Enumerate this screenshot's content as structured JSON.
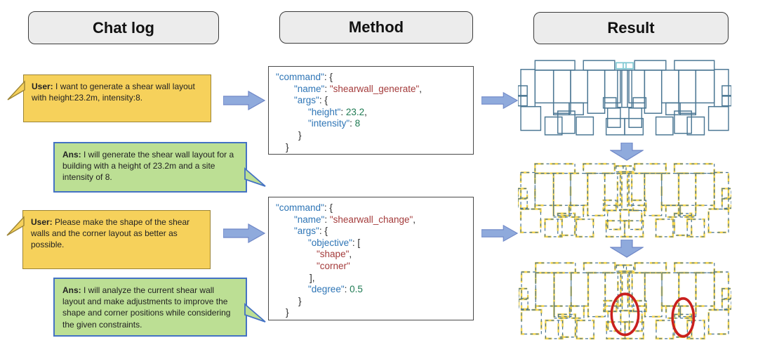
{
  "colors": {
    "header_fill": "#ececec",
    "header_border": "#3a3a3a",
    "bubble_user_fill": "#F6D15B",
    "bubble_user_border": "#9c8435",
    "bubble_ans_fill": "#BCDF94",
    "bubble_ans_border": "#4472C4",
    "arrow_fill": "#8FAADC",
    "arrow_border": "#6F87C7",
    "code_key": "#2E75B6",
    "code_str": "#A43B3B",
    "code_num": "#1E7A52",
    "plan_blue": "#4a7693",
    "plan_cyan": "#7ec8d2",
    "plan_yellow": "#F2D44F",
    "ellipse_red": "#C9201D"
  },
  "headers": {
    "chat": "Chat log",
    "method": "Method",
    "result": "Result"
  },
  "chat": {
    "messages": [
      {
        "speaker": "User:",
        "text": " I want to generate a shear wall layout with height:23.2m, intensity:8."
      },
      {
        "speaker": "Ans:",
        "text": " I will generate the shear wall layout for a building with a height of 23.2m and a site intensity of 8."
      },
      {
        "speaker": "User:",
        "text": " Please make the shape of the shear walls and the corner layout as better as possible."
      },
      {
        "speaker": "Ans:",
        "text": " I will analyze the current shear wall layout and make adjustments to improve the shape and corner positions while considering the given constraints."
      }
    ]
  },
  "method": {
    "blocks": [
      {
        "name": "shearwall_generate-command",
        "lines": [
          {
            "ind": 0,
            "tokens": [
              [
                "\"command\"",
                "key"
              ],
              [
                ": {",
                "pln"
              ]
            ]
          },
          {
            "ind": 26,
            "tokens": [
              [
                "\"name\"",
                "key"
              ],
              [
                ": ",
                "pln"
              ],
              [
                "\"shearwall_generate\"",
                "str"
              ],
              [
                ",",
                "pln"
              ]
            ]
          },
          {
            "ind": 26,
            "tokens": [
              [
                "\"args\"",
                "key"
              ],
              [
                ": {",
                "pln"
              ]
            ]
          },
          {
            "ind": 46,
            "tokens": [
              [
                "\"height\"",
                "key"
              ],
              [
                ": ",
                "pln"
              ],
              [
                "23.2",
                "num"
              ],
              [
                ",",
                "pln"
              ]
            ]
          },
          {
            "ind": 46,
            "tokens": [
              [
                "\"intensity\"",
                "key"
              ],
              [
                ": ",
                "pln"
              ],
              [
                "8",
                "num"
              ]
            ]
          },
          {
            "ind": 32,
            "tokens": [
              [
                "}",
                "pln"
              ]
            ]
          },
          {
            "ind": 14,
            "tokens": [
              [
                "}",
                "pln"
              ]
            ]
          }
        ]
      },
      {
        "name": "shearwall_change-command",
        "lines": [
          {
            "ind": 0,
            "tokens": [
              [
                "\"command\"",
                "key"
              ],
              [
                ": {",
                "pln"
              ]
            ]
          },
          {
            "ind": 26,
            "tokens": [
              [
                "\"name\"",
                "key"
              ],
              [
                ": ",
                "pln"
              ],
              [
                "\"shearwall_change\"",
                "str"
              ],
              [
                ",",
                "pln"
              ]
            ]
          },
          {
            "ind": 26,
            "tokens": [
              [
                "\"args\"",
                "key"
              ],
              [
                ": {",
                "pln"
              ]
            ]
          },
          {
            "ind": 46,
            "tokens": [
              [
                "\"objective\"",
                "key"
              ],
              [
                ": [",
                "pln"
              ]
            ]
          },
          {
            "ind": 58,
            "tokens": [
              [
                "\"shape\"",
                "str"
              ],
              [
                ",",
                "pln"
              ]
            ]
          },
          {
            "ind": 58,
            "tokens": [
              [
                "\"corner\"",
                "str"
              ]
            ]
          },
          {
            "ind": 48,
            "tokens": [
              [
                "],",
                "pln"
              ]
            ]
          },
          {
            "ind": 46,
            "tokens": [
              [
                "\"degree\"",
                "key"
              ],
              [
                ": ",
                "pln"
              ],
              [
                "0.5",
                "num"
              ]
            ]
          },
          {
            "ind": 32,
            "tokens": [
              [
                "}",
                "pln"
              ]
            ]
          },
          {
            "ind": 14,
            "tokens": [
              [
                "}",
                "pln"
              ]
            ]
          }
        ]
      }
    ]
  },
  "result": {
    "plan_rects": [
      [
        4,
        14,
        20,
        50
      ],
      [
        0,
        36,
        13,
        13
      ],
      [
        0,
        50,
        13,
        13
      ],
      [
        4,
        64,
        28,
        32
      ],
      [
        24,
        2,
        56,
        13
      ],
      [
        92,
        2,
        44,
        13
      ],
      [
        138,
        5,
        14,
        8
      ],
      [
        24,
        15,
        26,
        44
      ],
      [
        50,
        15,
        24,
        58
      ],
      [
        74,
        15,
        24,
        44
      ],
      [
        98,
        15,
        24,
        58
      ],
      [
        122,
        15,
        22,
        44
      ],
      [
        140,
        15,
        14,
        50
      ],
      [
        50,
        59,
        22,
        16
      ],
      [
        72,
        59,
        20,
        16
      ],
      [
        120,
        52,
        18,
        14
      ],
      [
        56,
        70,
        24,
        30
      ],
      [
        38,
        78,
        24,
        24
      ],
      [
        82,
        78,
        24,
        24
      ],
      [
        126,
        66,
        18,
        26
      ],
      [
        124,
        80,
        26,
        22
      ],
      [
        276,
        14,
        20,
        50
      ],
      [
        287,
        36,
        13,
        13
      ],
      [
        287,
        50,
        13,
        13
      ],
      [
        268,
        64,
        28,
        32
      ],
      [
        220,
        2,
        56,
        13
      ],
      [
        164,
        2,
        44,
        13
      ],
      [
        148,
        5,
        14,
        8
      ],
      [
        250,
        15,
        26,
        44
      ],
      [
        226,
        15,
        24,
        58
      ],
      [
        202,
        15,
        24,
        44
      ],
      [
        178,
        15,
        24,
        58
      ],
      [
        156,
        15,
        22,
        44
      ],
      [
        146,
        15,
        14,
        50
      ],
      [
        228,
        59,
        22,
        16
      ],
      [
        208,
        59,
        20,
        16
      ],
      [
        162,
        52,
        18,
        14
      ],
      [
        220,
        70,
        24,
        30
      ],
      [
        238,
        78,
        24,
        24
      ],
      [
        194,
        78,
        24,
        24
      ],
      [
        156,
        66,
        18,
        26
      ],
      [
        150,
        80,
        26,
        22
      ]
    ],
    "plans": [
      {
        "name": "generated-shearwall-layout",
        "yellow": false,
        "ellipses": []
      },
      {
        "name": "changed-shearwall-layout",
        "yellow": true,
        "ellipses": []
      },
      {
        "name": "final-shearwall-layout",
        "yellow": true,
        "ellipses": [
          [
            150,
            70,
            19,
            27
          ],
          [
            232,
            74,
            15,
            25
          ]
        ]
      }
    ]
  }
}
